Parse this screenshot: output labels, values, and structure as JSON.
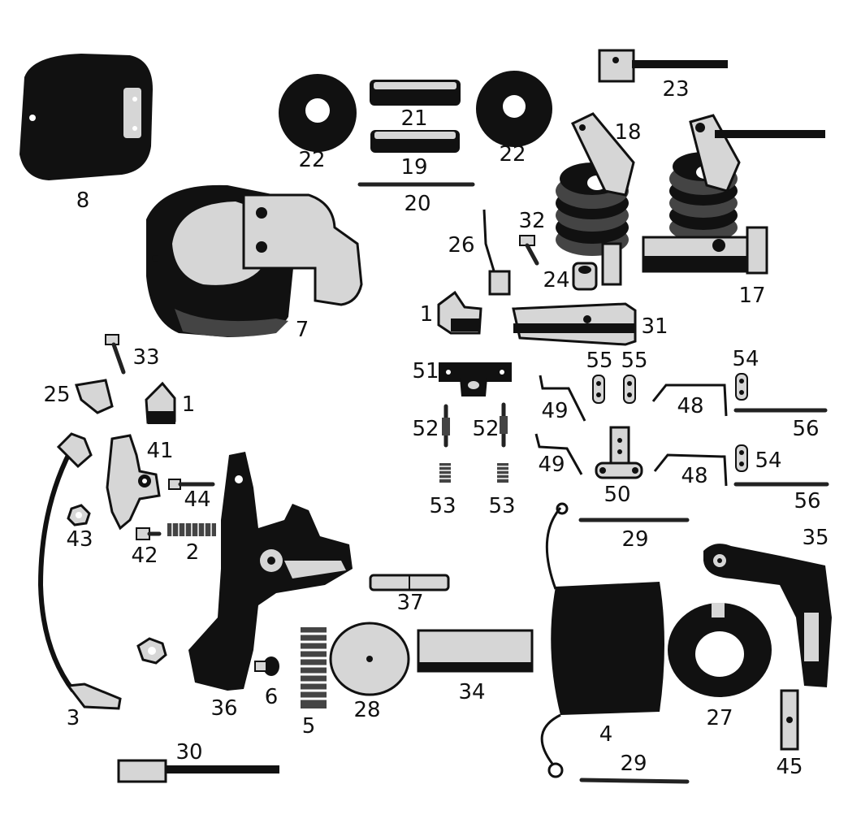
{
  "callouts": [
    {
      "id": "c8",
      "text": "8"
    },
    {
      "id": "c22a",
      "text": "22"
    },
    {
      "id": "c21",
      "text": "21"
    },
    {
      "id": "c22b",
      "text": "22"
    },
    {
      "id": "c19",
      "text": "19"
    },
    {
      "id": "c20",
      "text": "20"
    },
    {
      "id": "c23",
      "text": "23"
    },
    {
      "id": "c18",
      "text": "18"
    },
    {
      "id": "c7",
      "text": "7"
    },
    {
      "id": "c32",
      "text": "32"
    },
    {
      "id": "c26",
      "text": "26"
    },
    {
      "id": "c24",
      "text": "24"
    },
    {
      "id": "c17",
      "text": "17"
    },
    {
      "id": "c1a",
      "text": "1"
    },
    {
      "id": "c31",
      "text": "31"
    },
    {
      "id": "c33",
      "text": "33"
    },
    {
      "id": "c25",
      "text": "25"
    },
    {
      "id": "c1b",
      "text": "1"
    },
    {
      "id": "c51",
      "text": "51"
    },
    {
      "id": "c55a",
      "text": "55"
    },
    {
      "id": "c55b",
      "text": "55"
    },
    {
      "id": "c54a",
      "text": "54"
    },
    {
      "id": "c49a",
      "text": "49"
    },
    {
      "id": "c48a",
      "text": "48"
    },
    {
      "id": "c56a",
      "text": "56"
    },
    {
      "id": "c52a",
      "text": "52"
    },
    {
      "id": "c52b",
      "text": "52"
    },
    {
      "id": "c41",
      "text": "41"
    },
    {
      "id": "c49b",
      "text": "49"
    },
    {
      "id": "c50",
      "text": "50"
    },
    {
      "id": "c48b",
      "text": "48"
    },
    {
      "id": "c54b",
      "text": "54"
    },
    {
      "id": "c56b",
      "text": "56"
    },
    {
      "id": "c53a",
      "text": "53"
    },
    {
      "id": "c53b",
      "text": "53"
    },
    {
      "id": "c44",
      "text": "44"
    },
    {
      "id": "c43",
      "text": "43"
    },
    {
      "id": "c42",
      "text": "42"
    },
    {
      "id": "c2",
      "text": "2"
    },
    {
      "id": "c29a",
      "text": "29"
    },
    {
      "id": "c35",
      "text": "35"
    },
    {
      "id": "c37",
      "text": "37"
    },
    {
      "id": "c3",
      "text": "3"
    },
    {
      "id": "c36",
      "text": "36"
    },
    {
      "id": "c6",
      "text": "6"
    },
    {
      "id": "c5",
      "text": "5"
    },
    {
      "id": "c28",
      "text": "28"
    },
    {
      "id": "c34",
      "text": "34"
    },
    {
      "id": "c4",
      "text": "4"
    },
    {
      "id": "c27",
      "text": "27"
    },
    {
      "id": "c30",
      "text": "30"
    },
    {
      "id": "c29b",
      "text": "29"
    },
    {
      "id": "c45",
      "text": "45"
    }
  ]
}
